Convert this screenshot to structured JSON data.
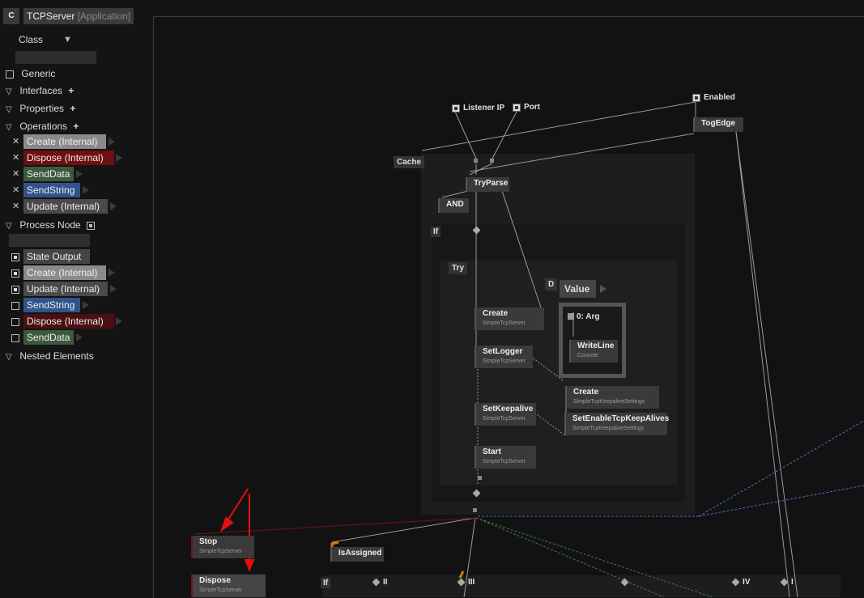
{
  "header": {
    "badge": "C",
    "title": "TCPServer",
    "subtitle": "[Application]"
  },
  "sidebar": {
    "class_label": "Class",
    "class_dropdown": "▼",
    "generic": "Generic",
    "interfaces": "Interfaces",
    "properties": "Properties",
    "operations": "Operations",
    "operation_items": [
      "Create (Internal)",
      "Dispose (Internal)",
      "SendData",
      "SendString",
      "Update (Internal)"
    ],
    "process_node": "Process Node",
    "process_items": [
      "State Output",
      "Create (Internal)",
      "Update (Internal)",
      "SendString",
      "Dispose (Internal)",
      "SendData"
    ],
    "nested": "Nested Elements",
    "plus": "+"
  },
  "canvas": {
    "pads": {
      "listener_ip": "Listener IP",
      "port": "Port",
      "enabled": "Enabled"
    },
    "labels": {
      "cache": "Cache",
      "if": "If",
      "try": "Try",
      "d": "D",
      "value": "Value",
      "arg": "0: Arg",
      "if2": "If"
    },
    "nodes": {
      "togedge": "TogEdge",
      "tryparse": "TryParse",
      "and": "AND",
      "create": {
        "name": "Create",
        "type": "SimpleTcpServer"
      },
      "setlogger": {
        "name": "SetLogger",
        "type": "SimpleTcpServer"
      },
      "setkeepalive": {
        "name": "SetKeepalive",
        "type": "SimpleTcpServer"
      },
      "start": {
        "name": "Start",
        "type": "SimpleTcpServer"
      },
      "writeline": {
        "name": "WriteLine",
        "type": "Console"
      },
      "ka_create": {
        "name": "Create",
        "type": "SimpleTcpKeepaliveSettings"
      },
      "ka_set": {
        "name": "SetEnableTcpKeepAlives",
        "type": "SimpleTcpKeepaliveSettings"
      },
      "stop": {
        "name": "Stop",
        "type": "SimpleTcpServer"
      },
      "dispose": {
        "name": "Dispose",
        "type": "SimpleTcpServer"
      },
      "isassigned": "IsAssigned"
    },
    "cases": [
      "II",
      "III",
      "IV",
      "I"
    ]
  },
  "colors": {
    "create": "#8a8a8a",
    "dispose": "#6e0f10",
    "senddata": "#3b5a3d",
    "sendstring": "#31528a",
    "update": "#4a4a4a",
    "annotation": "#e01010"
  }
}
